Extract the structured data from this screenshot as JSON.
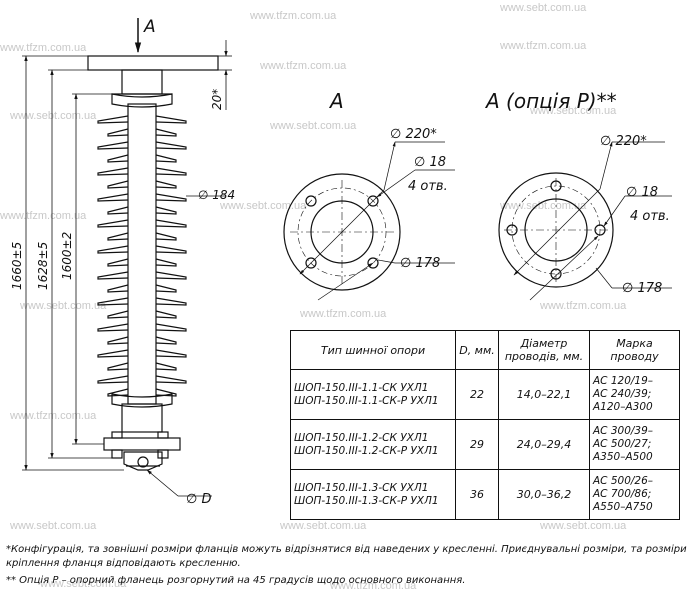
{
  "watermarks": [
    "www.sebt.com.ua",
    "www.tfzm.com.ua"
  ],
  "view_labels": {
    "section_arrow": "A",
    "view_a": "A",
    "view_a_option": "A (опція P)**"
  },
  "dimensions": {
    "total_height": "1660±5",
    "mid_height": "1628±5",
    "insulating_height": "1600±2",
    "top_offset": "20*",
    "shed_diameter": "∅ 184",
    "bolt_diameter": "∅ D"
  },
  "flange_a": {
    "outer": "∅ 220*",
    "hole": "∅ 18",
    "holes_count": "4 отв.",
    "pcd": "∅ 178"
  },
  "flange_option": {
    "outer": "∅ 220*",
    "hole": "∅ 18",
    "holes_count": "4 отв.",
    "pcd": "∅ 178"
  },
  "table": {
    "headers": {
      "type": "Тип шинної опори",
      "d": "D, мм.",
      "diameter": [
        "Діаметр",
        "проводів, мм."
      ],
      "mark": [
        "Марка",
        "проводу"
      ]
    },
    "rows": [
      {
        "types": [
          "ШОП-150.ІІІ-1.1-СК УХЛ1",
          "ШОП-150.ІІІ-1.1-СК-Р УХЛ1"
        ],
        "d": "22",
        "diameter": "14,0–22,1",
        "marks": [
          "АС 120/19–",
          "АС 240/39;",
          "А120–А300"
        ]
      },
      {
        "types": [
          "ШОП-150.ІІІ-1.2-СК УХЛ1",
          "ШОП-150.ІІІ-1.2-СК-Р УХЛ1"
        ],
        "d": "29",
        "diameter": "24,0–29,4",
        "marks": [
          "АС 300/39–",
          "АС 500/27;",
          "А350–А500"
        ]
      },
      {
        "types": [
          "ШОП-150.ІІІ-1.3-СК УХЛ1",
          "ШОП-150.ІІІ-1.3-СК-Р УХЛ1"
        ],
        "d": "36",
        "diameter": "30,0–36,2",
        "marks": [
          "АС 500/26–",
          "АС 700/86;",
          "А550–А750"
        ]
      }
    ]
  },
  "footnotes": {
    "note1": "*Конфігурація, та зовнішні розміри фланців можуть відрізнятися від наведених у кресленні. Приєднувальні розміри, та розміри",
    "note1_cont": "кріплення фланця відповідають кресленню.",
    "note2": "** Опція Р – опорний фланець розгорнутий на 45 градусів щодо основного виконання."
  }
}
